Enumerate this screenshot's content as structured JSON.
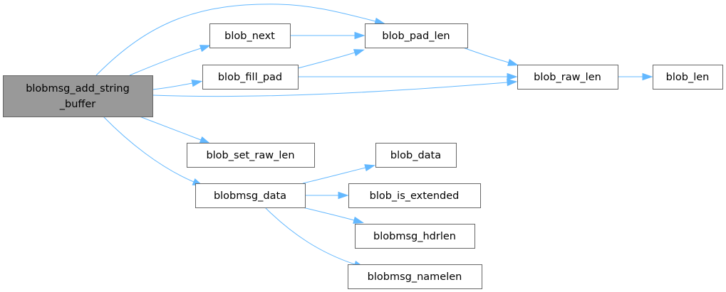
{
  "graph": {
    "colors": {
      "edge": "#63b8ff",
      "root_fill": "#999999",
      "node_fill": "#ffffff",
      "border": "#666666"
    },
    "nodes": [
      {
        "id": "root",
        "lines": [
          "blobmsg_add_string",
          "_buffer"
        ],
        "root": true
      },
      {
        "id": "blob_next",
        "lines": [
          "blob_next"
        ]
      },
      {
        "id": "blob_fill_pad",
        "lines": [
          "blob_fill_pad"
        ]
      },
      {
        "id": "blob_pad_len",
        "lines": [
          "blob_pad_len"
        ]
      },
      {
        "id": "blob_raw_len",
        "lines": [
          "blob_raw_len"
        ]
      },
      {
        "id": "blob_len",
        "lines": [
          "blob_len"
        ]
      },
      {
        "id": "blob_set_raw_len",
        "lines": [
          "blob_set_raw_len"
        ]
      },
      {
        "id": "blobmsg_data",
        "lines": [
          "blobmsg_data"
        ]
      },
      {
        "id": "blob_data",
        "lines": [
          "blob_data"
        ]
      },
      {
        "id": "blob_is_extended",
        "lines": [
          "blob_is_extended"
        ]
      },
      {
        "id": "blobmsg_hdrlen",
        "lines": [
          "blobmsg_hdrlen"
        ]
      },
      {
        "id": "blobmsg_namelen",
        "lines": [
          "blobmsg_namelen"
        ]
      }
    ],
    "edges": [
      {
        "from": "root",
        "to": "blob_pad_len"
      },
      {
        "from": "root",
        "to": "blob_next"
      },
      {
        "from": "root",
        "to": "blob_fill_pad"
      },
      {
        "from": "root",
        "to": "blob_raw_len"
      },
      {
        "from": "root",
        "to": "blob_set_raw_len"
      },
      {
        "from": "root",
        "to": "blobmsg_data"
      },
      {
        "from": "blob_next",
        "to": "blob_pad_len"
      },
      {
        "from": "blob_fill_pad",
        "to": "blob_pad_len"
      },
      {
        "from": "blob_fill_pad",
        "to": "blob_raw_len"
      },
      {
        "from": "blob_pad_len",
        "to": "blob_raw_len"
      },
      {
        "from": "blob_raw_len",
        "to": "blob_len"
      },
      {
        "from": "blobmsg_data",
        "to": "blob_data"
      },
      {
        "from": "blobmsg_data",
        "to": "blob_is_extended"
      },
      {
        "from": "blobmsg_data",
        "to": "blobmsg_hdrlen"
      },
      {
        "from": "blobmsg_data",
        "to": "blobmsg_namelen"
      }
    ]
  }
}
